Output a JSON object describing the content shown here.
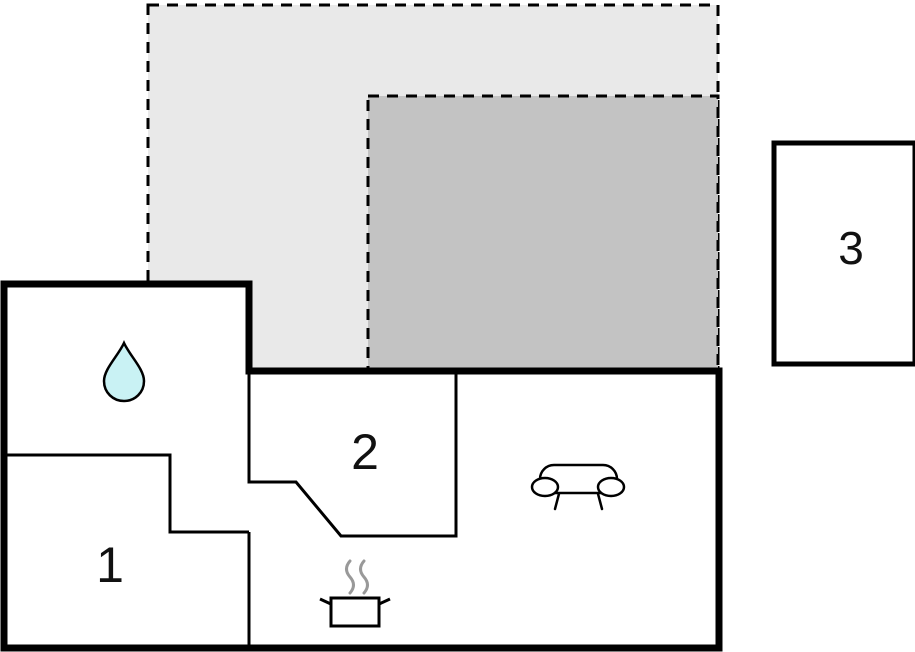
{
  "diagram": {
    "type": "floor-plan",
    "labels": {
      "room1": "1",
      "room2": "2",
      "room3": "3"
    },
    "colors": {
      "terrace_light": "#e9e9e9",
      "terrace_dark": "#c3c3c3",
      "room_fill": "#ffffff",
      "wall": "#000000",
      "water_drop": "#c9f2f4"
    },
    "icons": {
      "bathroom": "water-drop-icon",
      "living_area": "sofa-icon",
      "kitchen": "cooking-pot-icon"
    }
  }
}
